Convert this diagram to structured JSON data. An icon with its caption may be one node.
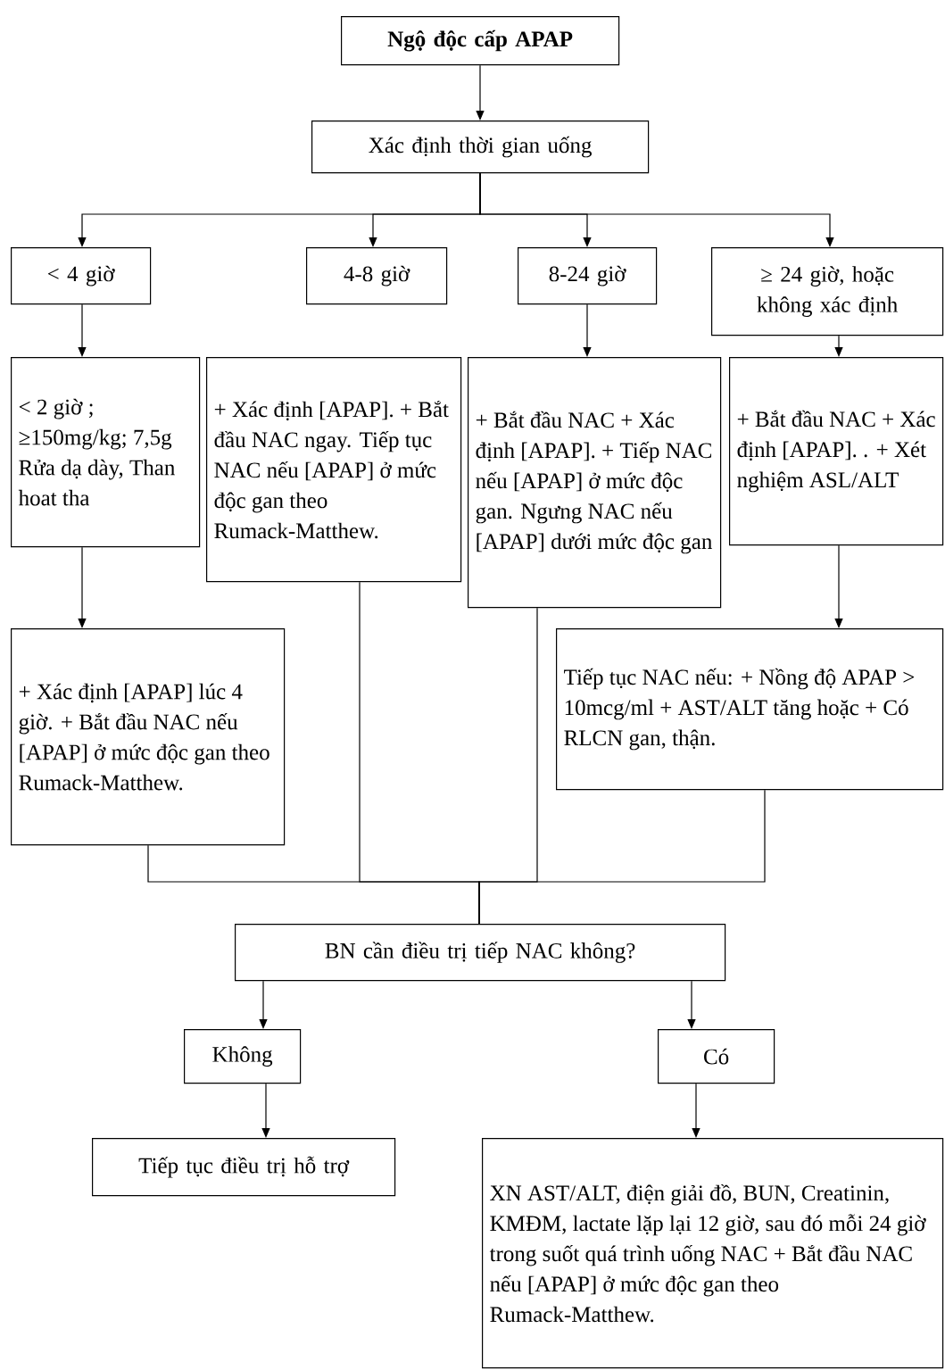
{
  "diagram": {
    "nodes": [
      {
        "text": [
          "Ngộ độc cấp APAP"
        ]
      },
      {
        "text": [
          "Xác định thời gian uống"
        ]
      },
      {
        "text": [
          "< 4 giờ"
        ]
      },
      {
        "text": [
          "4-8 giờ"
        ]
      },
      {
        "text": [
          "8-24 giờ"
        ]
      },
      {
        "text": [
          "≥ 24 giờ, hoặc không xác định"
        ]
      },
      {
        "text": [
          "< 2 giờ ; ≥150mg/kg; 7,5g Rửa dạ dày, Than hoat tha"
        ]
      },
      {
        "text": [
          "+ Xác định [APAP]. + Bắt đầu NAC ngay. Tiếp tục NAC nếu [APAP] ở mức độc gan theo Rumack-Matthew."
        ]
      },
      {
        "text": [
          "+ Bắt đầu NAC + Xác định [APAP]. + Tiếp NAC nếu [APAP] ở mức độc gan. Ngưng NAC nếu [APAP] dưới mức độc gan"
        ]
      },
      {
        "text": [
          "+ Bắt đầu NAC + Xác định [APAP]. . + Xét nghiệm ASL/ALT"
        ]
      },
      {
        "text": [
          "+ Xác định [APAP] lúc 4 giờ. + Bắt đầu NAC nếu [APAP] ở mức độc gan theo Rumack-Matthew."
        ]
      },
      {
        "text": [
          "Tiếp tục NAC nếu: + Nồng độ APAP > 10mcg/ml + AST/ALT tăng hoặc + Có RLCN gan, thận."
        ]
      },
      {
        "text": [
          "BN cần điều trị tiếp NAC không?"
        ]
      },
      {
        "text": [
          "Không"
        ]
      },
      {
        "text": [
          "Có"
        ]
      },
      {
        "text": [
          "Tiếp tục điều trị hỗ trợ"
        ]
      },
      {
        "text": [
          "XN AST/ALT, điện giải đồ, BUN, Creatinin, KMĐM, lactate lặp lại 12 giờ, sau đó mỗi 24 giờ trong suốt quá trình uống NAC + Bắt đầu NAC nếu [APAP] ở mức độc gan theo Rumack-Matthew."
        ]
      }
    ],
    "edges": [
      {
        "from": 0,
        "to": 1,
        "arrow": "to"
      },
      {
        "from": 1,
        "to": 2,
        "arrow": "to"
      },
      {
        "from": 1,
        "to": 3,
        "arrow": "to"
      },
      {
        "from": 1,
        "to": 4,
        "arrow": "to"
      },
      {
        "from": 1,
        "to": 5,
        "arrow": "to"
      },
      {
        "from": 2,
        "to": 6,
        "arrow": "to"
      },
      {
        "from": 4,
        "to": 8,
        "arrow": "to"
      },
      {
        "from": 5,
        "to": 9,
        "arrow": "to"
      },
      {
        "from": 6,
        "to": 10,
        "arrow": "to"
      },
      {
        "from": 9,
        "to": 11,
        "arrow": "to"
      },
      {
        "from": 10,
        "to": 12,
        "arrow": "none"
      },
      {
        "from": 7,
        "to": 12,
        "arrow": "none"
      },
      {
        "from": 8,
        "to": 12,
        "arrow": "none"
      },
      {
        "from": 11,
        "to": 12,
        "arrow": "none"
      },
      {
        "from": 12,
        "to": 13,
        "arrow": "to"
      },
      {
        "from": 12,
        "to": 14,
        "arrow": "to"
      },
      {
        "from": 13,
        "to": 15,
        "arrow": "to"
      },
      {
        "from": 14,
        "to": 16,
        "arrow": "to"
      }
    ]
  }
}
